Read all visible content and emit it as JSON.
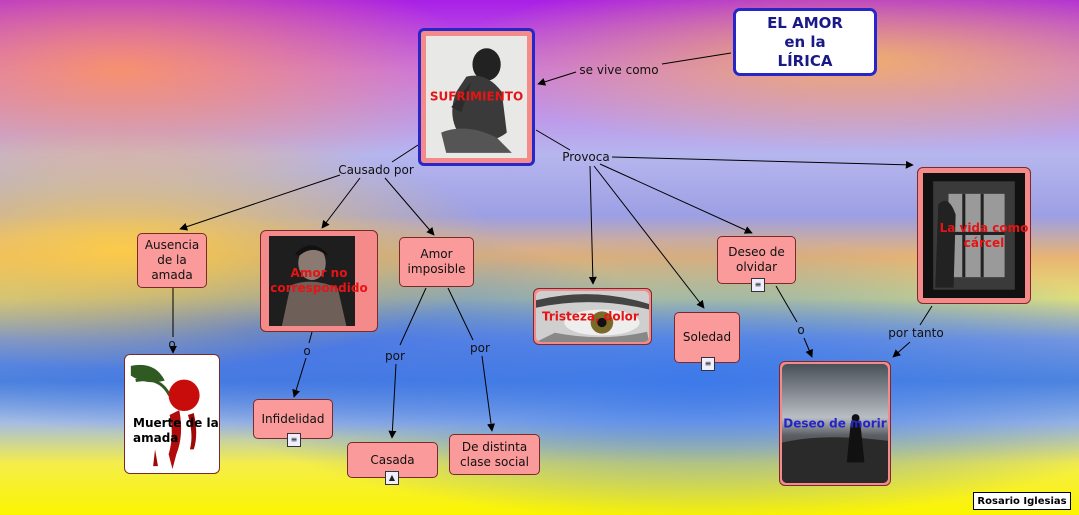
{
  "title": {
    "line1": "EL AMOR",
    "line2": "en la",
    "line3": "LÍRICA"
  },
  "links": {
    "se_vive_como": "se vive como",
    "causado_por": "Causado por",
    "provoca": "Provoca",
    "o1": "o",
    "o2": "o",
    "o3": "o",
    "por1": "por",
    "por2": "por",
    "por_tanto": "por tanto"
  },
  "concepts": {
    "sufrimiento": "SUFRIMIENTO",
    "ausencia": "Ausencia de la amada",
    "amor_no_corr": "Amor no correspondido",
    "amor_imposible": "Amor imposible",
    "tristeza": "Tristeza, dolor",
    "soledad": "Soledad",
    "deseo_olvidar": "Deseo de olvidar",
    "vida_carcel": "La vida como cárcel",
    "muerte_amada": "Muerte de la amada",
    "infidelidad": "Infidelidad",
    "casada": "Casada",
    "clase_social": "De distinta clase social",
    "deseo_morir": "Deseo de morir"
  },
  "icons": {
    "attachment": "document-icon",
    "image_attachment": "image-icon"
  },
  "author": "Rosario Iglesias",
  "colors": {
    "concept_fill": "#fa9a9a",
    "title_border": "#2727c9",
    "image_text": "#e61414",
    "morir_text": "#2424c8"
  }
}
